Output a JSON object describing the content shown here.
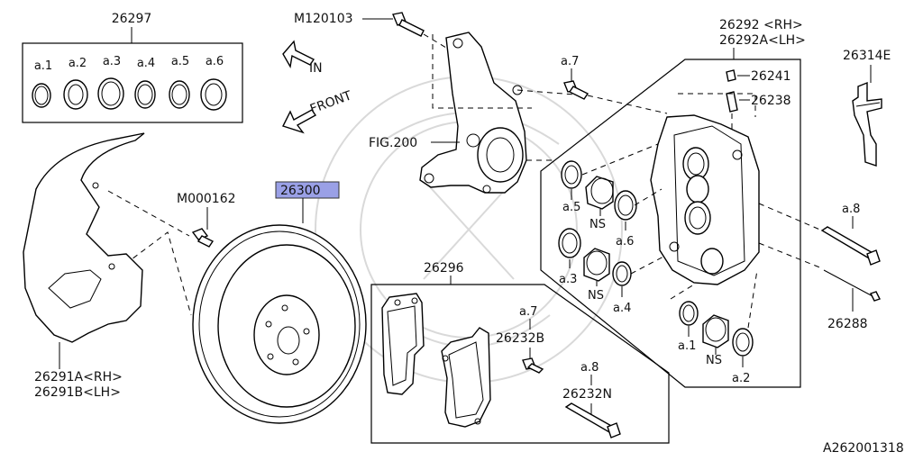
{
  "labels": {
    "seal_kit": "26297",
    "seal_a1": "a.1",
    "seal_a2": "a.2",
    "seal_a3": "a.3",
    "seal_a4": "a.4",
    "seal_a5": "a.5",
    "seal_a6": "a.6",
    "bolt_knuckle": "M120103",
    "arrow_in": "IN",
    "arrow_front": "FRONT",
    "knuckle_ref": "FIG.200",
    "backing_bolt": "M000162",
    "rotor": "26300",
    "dust_shield_rh": "26291A<RH>",
    "dust_shield_lh": "26291B<LH>",
    "caliper_rh": "26292 <RH>",
    "caliper_lh": "26292A<LH>",
    "bleeder_cap": "26241",
    "bleeder_screw": "26238",
    "clip": "26314E",
    "a7_top": "a.7",
    "piston_a5": "a.5",
    "piston_ns1": "NS",
    "piston_a6": "a.6",
    "piston_a3": "a.3",
    "piston_ns2": "NS",
    "piston_a4": "a.4",
    "pin_a8": "a.8",
    "pin_top": "26288",
    "lower_a1": "a.1",
    "lower_ns": "NS",
    "lower_a2": "a.2",
    "pad_kit": "26296",
    "pad_a7": "a.7",
    "pad_bolt": "26232B",
    "pad_a8": "a.8",
    "pad_pin": "26232N",
    "ref_code": "A262001318"
  },
  "colors": {
    "highlight": "#9aa0e6"
  }
}
